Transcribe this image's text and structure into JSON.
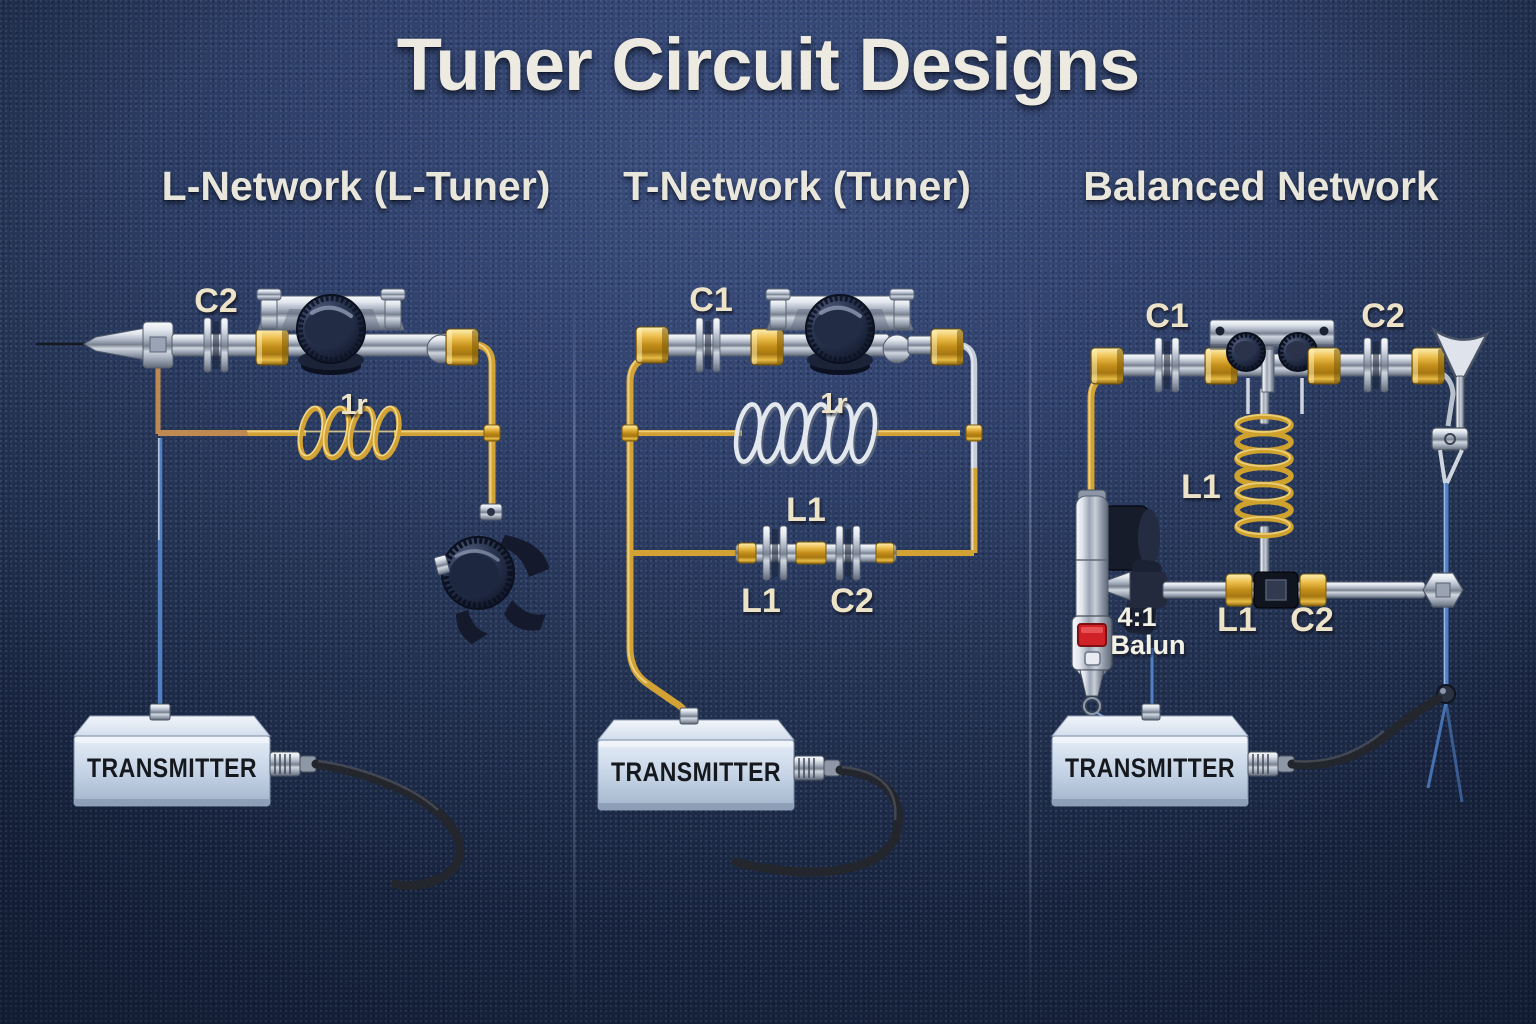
{
  "title": "Tuner Circuit Designs",
  "panels": [
    {
      "heading": "L-Network (L-Tuner)",
      "labels": {
        "cap_top": "C2",
        "coil_top": "1r"
      },
      "transmitter_label": "TRANSMITTER"
    },
    {
      "heading": "T-Network (Tuner)",
      "labels": {
        "cap_top": "C1",
        "coil_top": "1r",
        "coil_name": "L1",
        "bottom_left": "L1",
        "bottom_right": "C2"
      },
      "transmitter_label": "TRANSMITTER"
    },
    {
      "heading": "Balanced Network",
      "labels": {
        "cap_left": "C1",
        "cap_right": "C2",
        "coil_name": "L1",
        "bottom_left": "L1",
        "bottom_right": "C2",
        "balun_ratio": "4:1",
        "balun_name": "Balun"
      },
      "transmitter_label": "TRANSMITTER"
    }
  ],
  "colors": {
    "background_navy": "#2e3f68",
    "background_deep": "#18243f",
    "gold": "#d2a235",
    "copper": "#bf8a52",
    "chrome": "#cfd5dd",
    "knob_black": "#161e33",
    "wire_blue": "#4f7fc4",
    "cable_black": "#23262c",
    "label_cream": "#ece3c8",
    "text_offwhite": "#edeae1",
    "transmitter_box": "#c6d4e6",
    "transmitter_text": "#15181d",
    "balun_red": "#cf2126"
  }
}
